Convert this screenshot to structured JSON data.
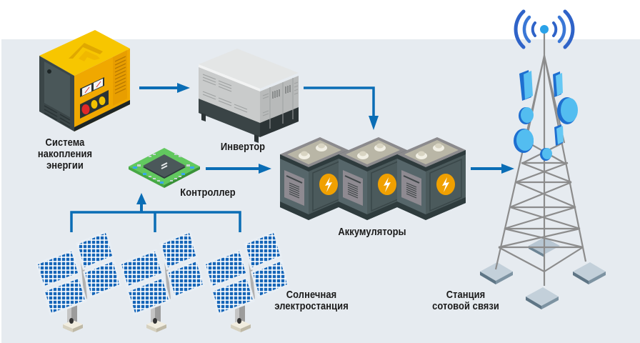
{
  "diagram": {
    "title": "Схема автономного электроснабжения станции сотовой связи",
    "colors": {
      "background_panel": "#e6ebf0",
      "arrow": "#0a6db5",
      "label_text": "#1a1a1a",
      "generator_yellow": "#f5c400",
      "battery_body": "#4b5a5c",
      "battery_badge": "#f0a000",
      "controller_green": "#5cc45a",
      "solar_cell": "#1565b8",
      "tower_gray": "#8c8c8c",
      "antenna_blue": "#3aa6ec"
    },
    "nodes": [
      {
        "id": "storage",
        "icon": "generator-icon",
        "label_lines": [
          "Система",
          "накопления",
          "энергии"
        ]
      },
      {
        "id": "inverter",
        "icon": "inverter-cabinet-icon",
        "label_lines": [
          "Инвертор"
        ]
      },
      {
        "id": "controller",
        "icon": "controller-chip-icon",
        "label_lines": [
          "Контроллер"
        ]
      },
      {
        "id": "batteries",
        "icon": "battery-icon",
        "count": 3,
        "label_lines": [
          "Аккумуляторы"
        ]
      },
      {
        "id": "solar",
        "icon": "solar-panel-icon",
        "count": 3,
        "label_lines": [
          "Солнечная",
          "электростанция"
        ]
      },
      {
        "id": "tower",
        "icon": "cell-tower-icon",
        "label_lines": [
          "Станция",
          "сотовой связи"
        ]
      }
    ],
    "edges": [
      {
        "from": "storage",
        "to": "inverter"
      },
      {
        "from": "inverter",
        "to": "batteries"
      },
      {
        "from": "controller",
        "to": "batteries"
      },
      {
        "from": "solar",
        "to": "controller"
      },
      {
        "from": "batteries",
        "to": "tower"
      }
    ]
  }
}
